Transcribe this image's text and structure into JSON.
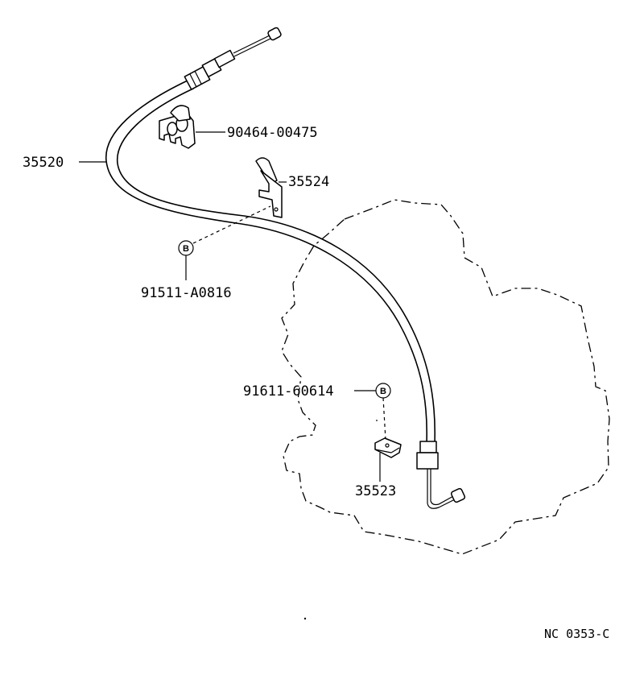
{
  "diagram": {
    "parts": {
      "cable": "35520",
      "clamp": "90464-00475",
      "bracket": "35524",
      "bolt_upper": "91511-A0816",
      "bolt_lower": "91611-60614",
      "lower_bracket": "35523"
    },
    "bolt_marker": "B",
    "figure_code": "NC 0353-C"
  }
}
